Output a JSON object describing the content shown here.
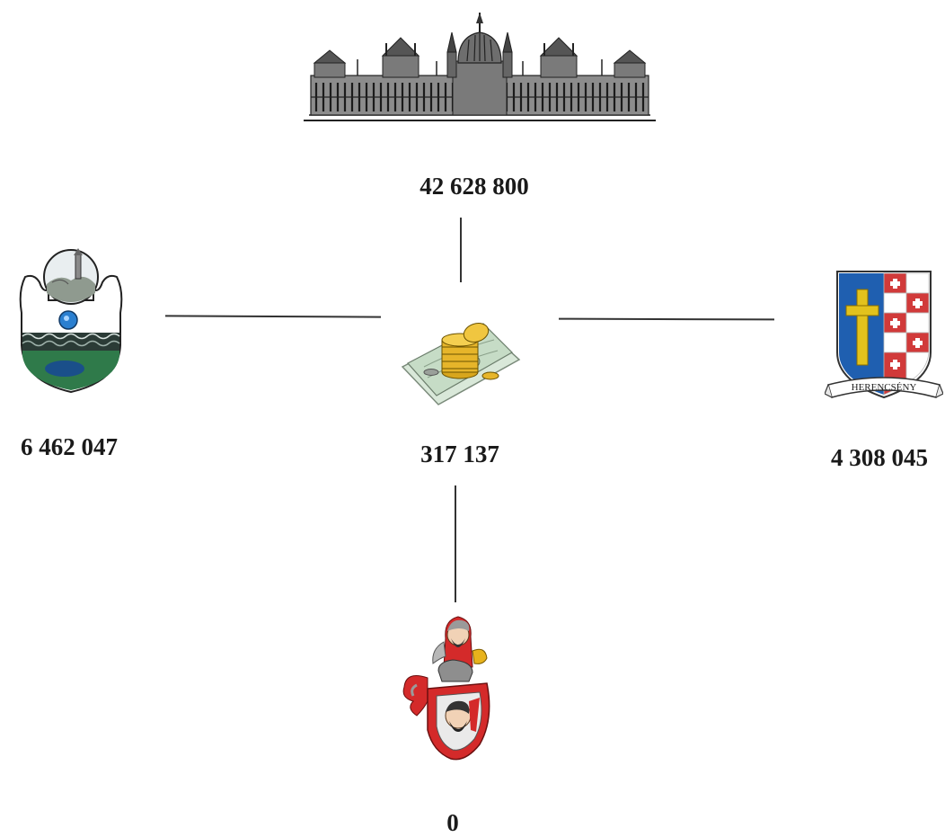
{
  "diagram": {
    "top": {
      "icon": "parliament-building-icon",
      "value": "42 628 800"
    },
    "center": {
      "icon": "coins-and-banknote-icon",
      "value": "317 137"
    },
    "left": {
      "icon": "municipal-coat-of-arms-icon",
      "value": "6 462 047"
    },
    "right": {
      "icon": "herencseny-coat-of-arms-icon",
      "value": "4 308 045",
      "ribbon_text": "HERENCSÉNY"
    },
    "bottom": {
      "icon": "heraldic-crest-icon",
      "value": "0"
    }
  },
  "colors": {
    "ink": "#1a1a1a",
    "shield_blue": "#1f5fb0",
    "cross_gold": "#e2c21d",
    "crest_red": "#d42a2a",
    "landscape_green": "#2f7a4a"
  }
}
